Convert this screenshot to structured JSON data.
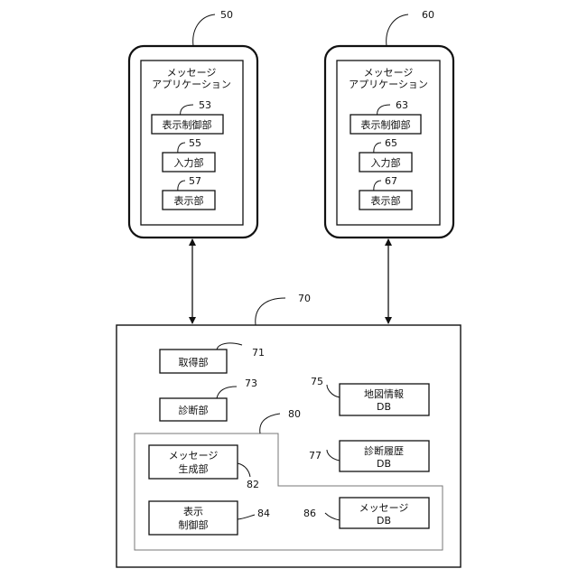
{
  "device_left": {
    "ref": "50",
    "app_title_line1": "メッセージ",
    "app_title_line2": "アプリケーション",
    "display_control": {
      "ref": "53",
      "label": "表示制御部"
    },
    "input": {
      "ref": "55",
      "label": "入力部"
    },
    "display": {
      "ref": "57",
      "label": "表示部"
    }
  },
  "device_right": {
    "ref": "60",
    "app_title_line1": "メッセージ",
    "app_title_line2": "アプリケーション",
    "display_control": {
      "ref": "63",
      "label": "表示制御部"
    },
    "input": {
      "ref": "65",
      "label": "入力部"
    },
    "display": {
      "ref": "67",
      "label": "表示部"
    }
  },
  "server": {
    "ref": "70",
    "acquisition": {
      "ref": "71",
      "label": "取得部"
    },
    "diagnosis": {
      "ref": "73",
      "label": "診断部"
    },
    "map_db": {
      "ref": "75",
      "label_line1": "地図情報",
      "label_line2": "DB"
    },
    "history_db": {
      "ref": "77",
      "label_line1": "診断履歴",
      "label_line2": "DB"
    },
    "message_db": {
      "ref": "86",
      "label_line1": "メッセージ",
      "label_line2": "DB"
    },
    "region": {
      "ref": "80"
    },
    "message_gen": {
      "ref": "82",
      "label_line1": "メッセージ",
      "label_line2": "生成部"
    },
    "display_control": {
      "ref": "84",
      "label_line1": "表示",
      "label_line2": "制御部"
    }
  }
}
